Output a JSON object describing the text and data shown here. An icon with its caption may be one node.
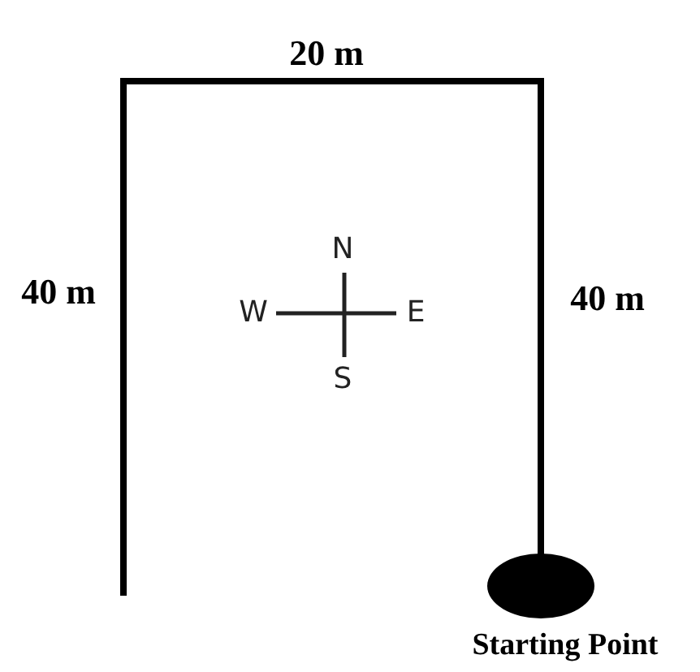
{
  "diagram": {
    "nodes": [
      {
        "text": [],
        "shape": "circle",
        "beside": [
          "Starting Point"
        ]
      }
    ],
    "labels": [
      "20 m",
      "40 m",
      "N",
      "W",
      "E",
      "S",
      "40 m"
    ]
  }
}
